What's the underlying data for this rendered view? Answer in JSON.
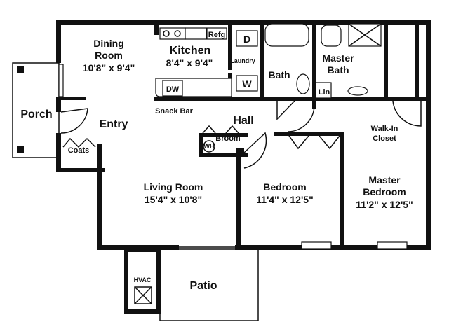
{
  "rooms": {
    "dining": {
      "name": "Dining",
      "name2": "Room",
      "size": "10'8\" x 9'4\""
    },
    "kitchen": {
      "name": "Kitchen",
      "size": "8'4\" x 9'4\""
    },
    "living": {
      "name": "Living Room",
      "size": "15'4\" x 10'8\""
    },
    "bedroom": {
      "name": "Bedroom",
      "size": "11'4\" x 12'5\""
    },
    "master_bedroom": {
      "name": "Master",
      "name2": "Bedroom",
      "size": "11'2\" x 12'5\""
    },
    "bath": {
      "name": "Bath"
    },
    "master_bath": {
      "name": "Master",
      "name2": "Bath"
    },
    "walk_in_closet": {
      "name": "Walk-In",
      "name2": "Closet"
    },
    "porch": {
      "name": "Porch"
    },
    "entry": {
      "name": "Entry"
    },
    "hall": {
      "name": "Hall"
    },
    "patio": {
      "name": "Patio"
    }
  },
  "fixtures": {
    "refrigerator": "Refg",
    "dryer": "D",
    "washer": "W",
    "laundry": "Laundry",
    "dishwasher": "DW",
    "snack_bar": "Snack Bar",
    "linen": "Lin",
    "broom": "Broom",
    "water_heater": "WH",
    "coats": "Coats",
    "hvac": "HVAC"
  }
}
